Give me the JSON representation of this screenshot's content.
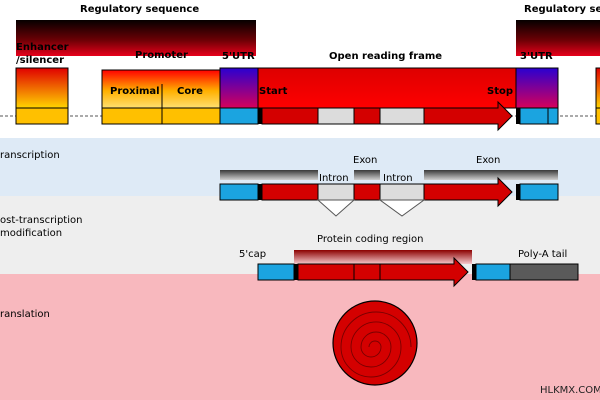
{
  "labels": {
    "regulatory_sequence_left": "Regulatory sequence",
    "regulatory_sequence_right": "Regulatory sequence",
    "enhancer_silencer": "Enhancer\n/silencer",
    "promoter": "Promoter",
    "proximal": "Proximal",
    "core": "Core",
    "utr5": "5'UTR",
    "open_reading_frame": "Open reading frame",
    "start": "Start",
    "stop": "Stop",
    "utr3": "3'UTR",
    "exon_left": "Exon",
    "exon_right": "Exon",
    "intron_left": "Intron",
    "intron_right": "Intron",
    "cap": "5'cap",
    "protein_coding_region": "Protein coding region",
    "polya_tail": "Poly-A tail"
  },
  "stages": {
    "transcription": "ranscription",
    "post_transcription": "ost-transcription\nmodification",
    "translation": "ranslation"
  },
  "watermark": "HLKMX.COM",
  "colors": {
    "enhancer": "#ffc000",
    "promoter": "#ffd21e",
    "utr": "#1ba4e0",
    "orf": "#d40000",
    "intron": "#dcdcdc",
    "polya": "#5a5a5a",
    "band_transcription": "#deeaf6",
    "band_post": "#ededed",
    "band_translation": "#f7b9bf"
  }
}
